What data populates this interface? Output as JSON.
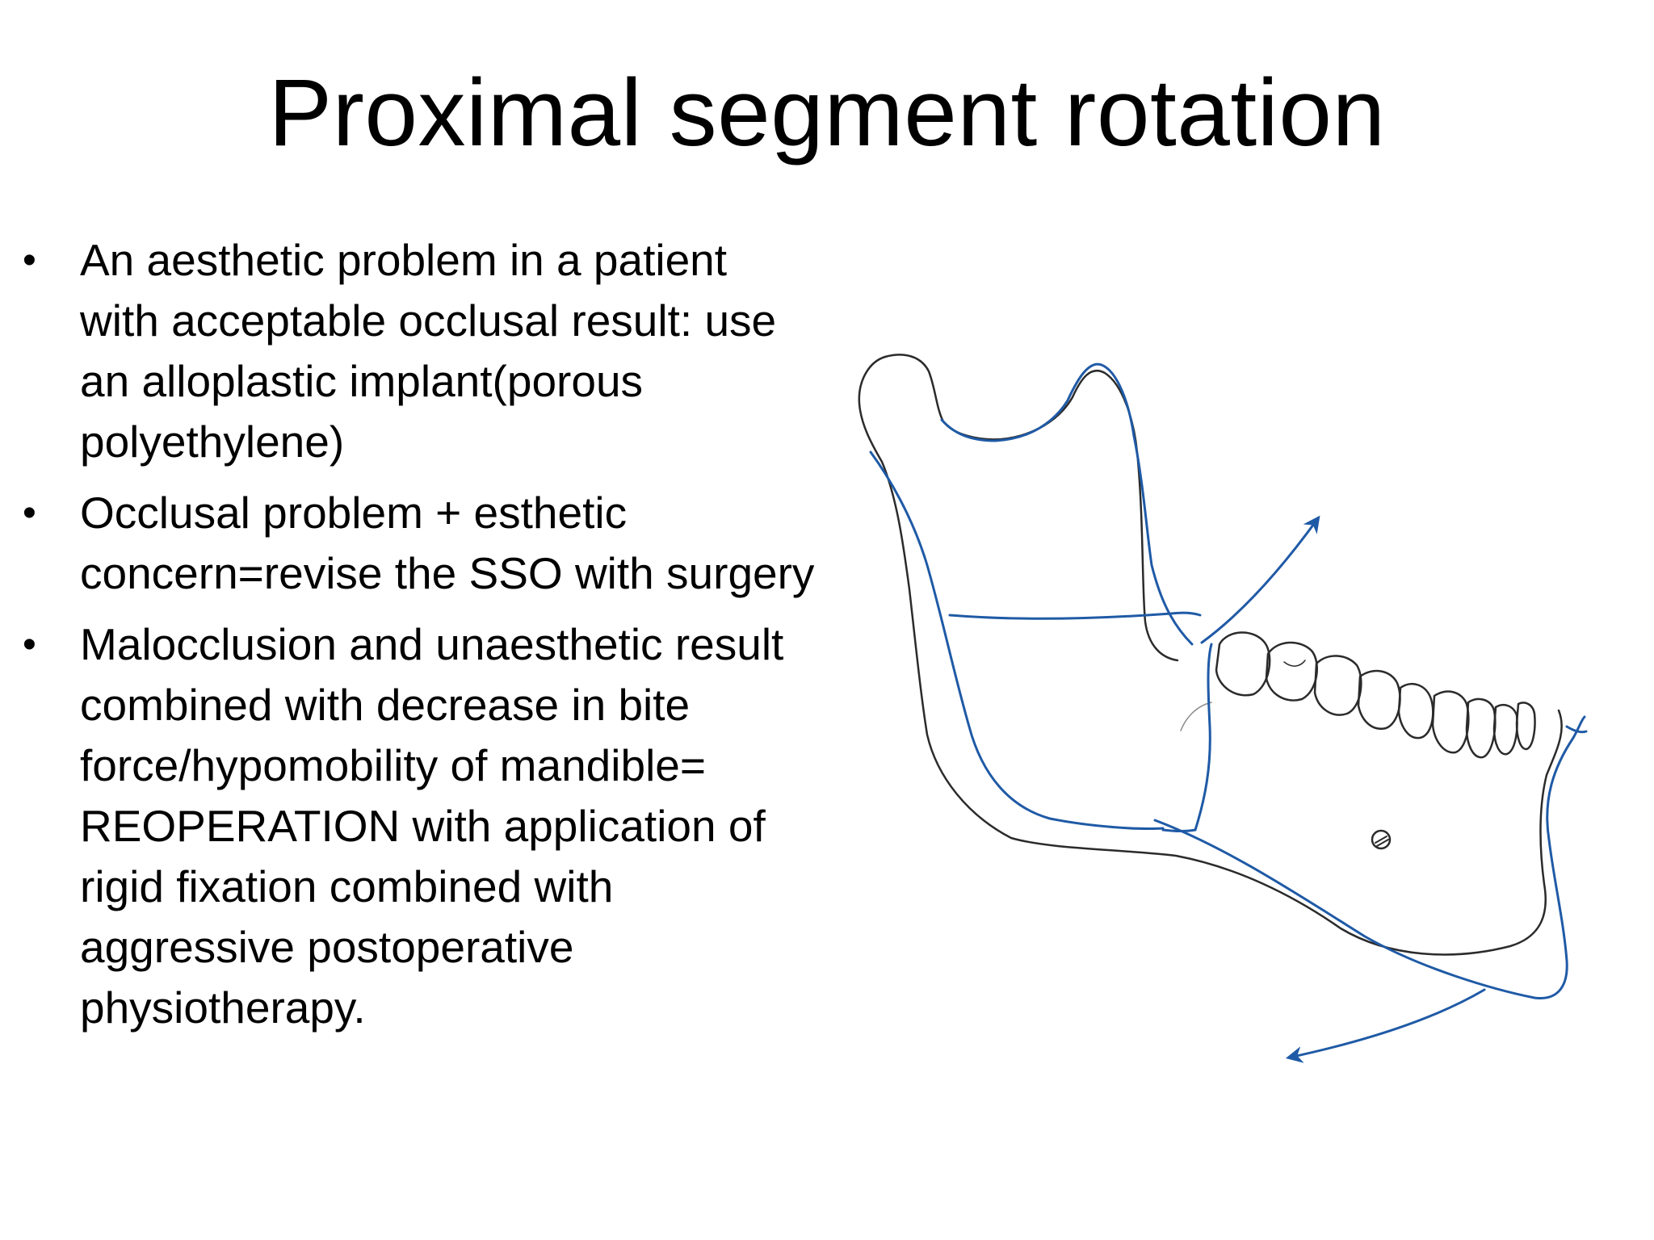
{
  "slide": {
    "title": "Proximal segment rotation",
    "bullets": [
      {
        "marker": "•",
        "text": "An aesthetic problem in a patient with acceptable occlusal result: use an alloplastic implant(porous polyethylene)"
      },
      {
        "marker": "•",
        "text": "Occlusal problem + esthetic concern=revise the SSO with surgery"
      },
      {
        "marker": "•",
        "text": "Malocclusion and unaesthetic result combined with decrease in bite force/hypomobility of mandible= REOPERATION with application of rigid fixation combined with  aggressive postoperative physiotherapy."
      }
    ]
  },
  "colors": {
    "text": "#000000",
    "background": "#ffffff",
    "outline_original": "#2b2b2b",
    "outline_rotated": "#1f5aa6"
  },
  "figure": {
    "icon": "mandible-diagram-icon"
  }
}
